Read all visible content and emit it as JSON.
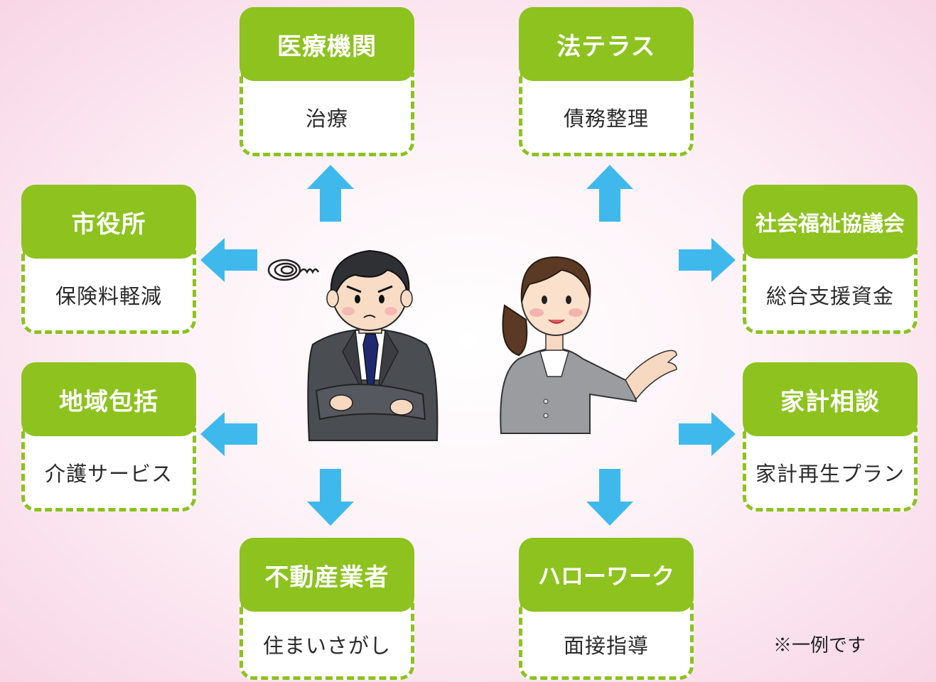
{
  "cards": {
    "medical": {
      "title": "医療機関",
      "desc": "治療"
    },
    "law": {
      "title": "法テラス",
      "desc": "債務整理"
    },
    "city": {
      "title": "市役所",
      "desc": "保険料軽減"
    },
    "welfare": {
      "title": "社会福祉協議会",
      "desc": "総合支援資金"
    },
    "community": {
      "title": "地域包括",
      "desc": "介護サービス"
    },
    "budget": {
      "title": "家計相談",
      "desc": "家計再生プラン"
    },
    "realestate": {
      "title": "不動産業者",
      "desc": "住まいさがし"
    },
    "hellowork": {
      "title": "ハローワーク",
      "desc": "面接指導"
    }
  },
  "note": "※一例です",
  "colors": {
    "header_green": "#8dc21f",
    "arrow_blue": "#3fb9ec",
    "background_pink": "#f8d6e6"
  },
  "illustrations": [
    "worried-businessman",
    "smiling-businesswoman"
  ]
}
